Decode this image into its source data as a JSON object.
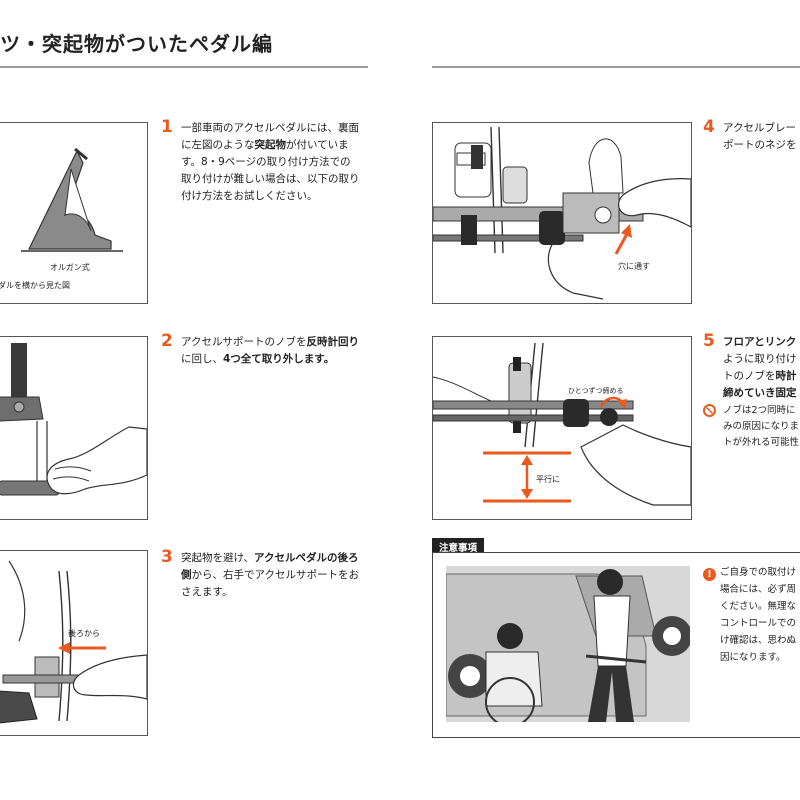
{
  "header": {
    "title": "ツ・突起物がついたペダル編"
  },
  "steps": [
    {
      "number": "1",
      "lines": [
        [
          {
            "t": "一部車両のアクセルペダルには、裏面"
          }
        ],
        [
          {
            "t": "に左図のような"
          },
          {
            "t": "突起物",
            "b": true
          },
          {
            "t": "が付いていま"
          }
        ],
        [
          {
            "t": "す。8・9ページの取り付け方法での"
          }
        ],
        [
          {
            "t": "取り付けが難しい場合は、以下の取り"
          }
        ],
        [
          {
            "t": "付け方法をお試しください。"
          }
        ]
      ],
      "captions": [
        "オルガン式",
        "ダルを横から見た図"
      ]
    },
    {
      "number": "2",
      "lines": [
        [
          {
            "t": "アクセルサポートのノブを"
          },
          {
            "t": "反時計回り",
            "b": true
          }
        ],
        [
          {
            "t": "に回し、"
          },
          {
            "t": "4つ全て取り外します。",
            "b": true
          }
        ]
      ]
    },
    {
      "number": "3",
      "lines": [
        [
          {
            "t": "突起物を避け、"
          },
          {
            "t": "アクセルペダルの後ろ",
            "b": true
          }
        ],
        [
          {
            "t": "側",
            "b": true
          },
          {
            "t": "から、右手でアクセルサポートをお"
          }
        ],
        [
          {
            "t": "さえます。"
          }
        ]
      ],
      "captions": [
        "後ろから"
      ]
    },
    {
      "number": "4",
      "lines": [
        [
          {
            "t": "アクセルブレー"
          }
        ],
        [
          {
            "t": "ポートのネジを"
          }
        ]
      ],
      "captions": [
        "穴に通す"
      ]
    },
    {
      "number": "5",
      "lines": [
        [
          {
            "t": "フロアとリンク",
            "b": true
          }
        ],
        [
          {
            "t": "ように取り付け"
          }
        ],
        [
          {
            "t": "トのノブを"
          },
          {
            "t": "時計",
            "b": true
          }
        ],
        [
          {
            "t": "締めていき固定",
            "b": true
          }
        ]
      ],
      "captions": [
        "ひとつずつ締める",
        "平行に"
      ],
      "warning_lines": [
        [
          {
            "t": "ノブは2つ同時に"
          }
        ],
        [
          {
            "t": "みの原因になりま"
          }
        ],
        [
          {
            "t": "トが外れる可能性"
          }
        ]
      ]
    }
  ],
  "notice": {
    "tab_label": "注意事項",
    "lines": [
      [
        {
          "t": "ご自身での取付け"
        }
      ],
      [
        {
          "t": "場合には、必ず周"
        }
      ],
      [
        {
          "t": "ください。無理な"
        }
      ],
      [
        {
          "t": "コントロールでの"
        }
      ],
      [
        {
          "t": "け確認は、思わぬ"
        }
      ],
      [
        {
          "t": "因になります。"
        }
      ]
    ]
  },
  "icons": {
    "warning": "prohibition-icon",
    "notice": "exclamation-icon",
    "arrow_color": "#e85a1e",
    "accent": "#e85a1e"
  }
}
